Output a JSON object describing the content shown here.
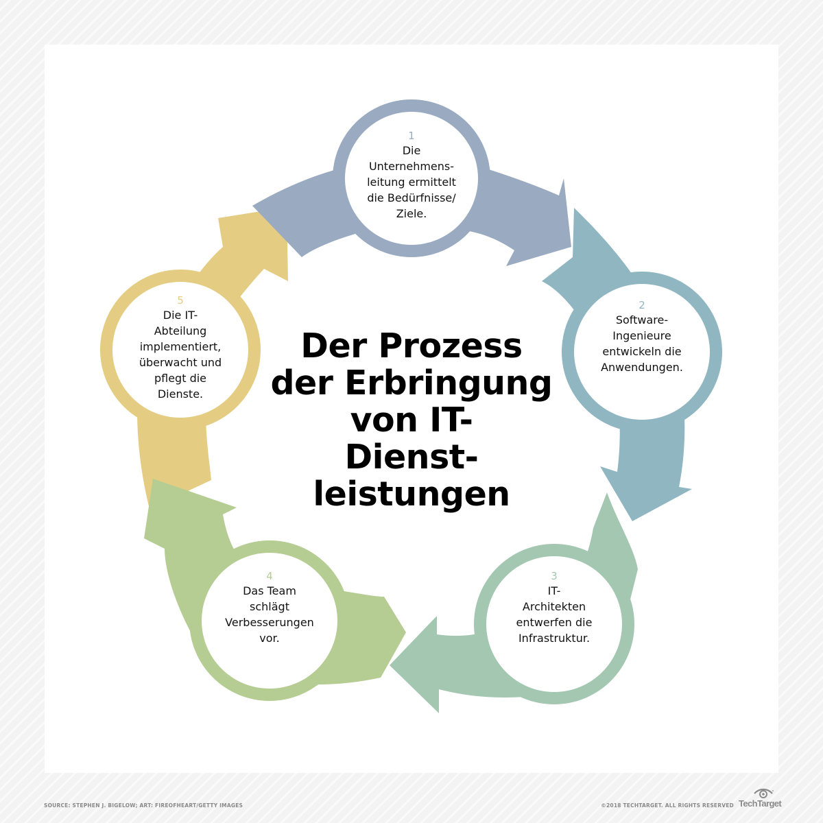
{
  "title": "Der Prozess\nder Erbringung\nvon IT-\nDienst-\nleistungen",
  "steps": [
    {
      "number": "1",
      "text": "Die\nUnternehmens-\nleitung ermittelt\ndie Bedürfnisse/\nZiele.",
      "color": "#9aaac0"
    },
    {
      "number": "2",
      "text": "Software-\nIngenieure\nentwickeln die\nAnwendungen.",
      "color": "#8fb6c1"
    },
    {
      "number": "3",
      "text": "IT-\nArchitekten\nentwerfen die\nInfrastruktur.",
      "color": "#a3c7b1"
    },
    {
      "number": "4",
      "text": "Das Team\nschlägt\nVerbesserungen\nvor.",
      "color": "#b5cd93"
    },
    {
      "number": "5",
      "text": "Die IT-\nAbteilung\nimplementiert,\nüberwacht und\npflegt die\nDienste.",
      "color": "#e4cd82"
    }
  ],
  "footer": {
    "source": "SOURCE: STEPHEN J. BIGELOW; ART: FIREOFHEART/GETTY IMAGES",
    "copyright": "©2018 TECHTARGET. ALL RIGHTS RESERVED",
    "logo_text": "TechTarget"
  },
  "icons": {
    "logo": "eye-icon"
  }
}
